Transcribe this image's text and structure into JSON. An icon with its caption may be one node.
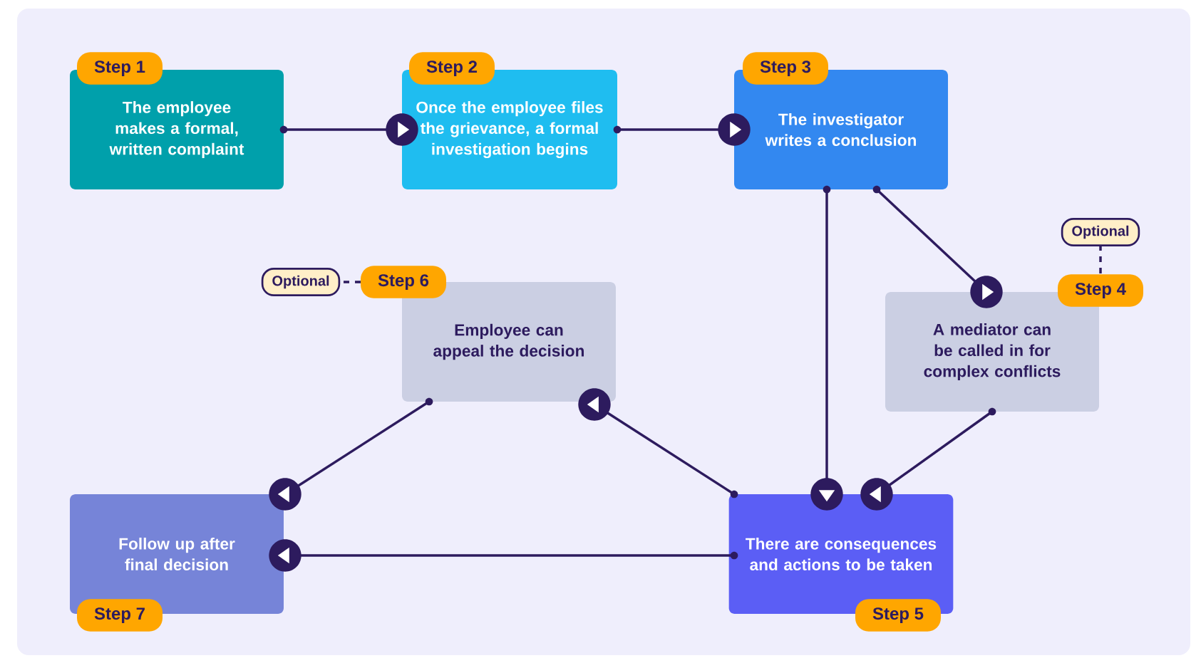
{
  "diagram": {
    "nodes": [
      {
        "text": [
          "Step 1",
          "The employee makes a formal, written complaint"
        ]
      },
      {
        "text": [
          "Step 2",
          "Once the employee files the grievance, a formal investigation begins"
        ]
      },
      {
        "text": [
          "Step 3",
          "The investigator writes a conclusion"
        ]
      },
      {
        "text": [
          "Optional"
        ]
      },
      {
        "text": [
          "Optional"
        ]
      },
      {
        "text": [
          "Step 6",
          "Employee can appeal the decision"
        ]
      },
      {
        "text": [
          "Step 4",
          "A mediator can be called in for complex conflicts"
        ]
      },
      {
        "text": [
          "Follow up after final decision",
          "Step 7"
        ]
      },
      {
        "text": [
          "There are consequences and actions to be taken",
          "Step 5"
        ]
      }
    ],
    "edges": [
      {
        "from": 0,
        "to": 1,
        "arrow": "to"
      },
      {
        "from": 1,
        "to": 2,
        "arrow": "to"
      },
      {
        "from": 2,
        "to": 8,
        "arrow": "to"
      },
      {
        "from": 2,
        "to": 6,
        "arrow": "to"
      },
      {
        "from": 6,
        "to": 8,
        "arrow": "to"
      },
      {
        "from": 8,
        "to": 5,
        "arrow": "to"
      },
      {
        "from": 5,
        "to": 7,
        "arrow": "to"
      },
      {
        "from": 8,
        "to": 7,
        "arrow": "to"
      },
      {
        "from": 3,
        "to": 6,
        "arrow": "none",
        "style": "dashed"
      },
      {
        "from": 4,
        "to": 5,
        "arrow": "none",
        "style": "dashed"
      }
    ]
  }
}
